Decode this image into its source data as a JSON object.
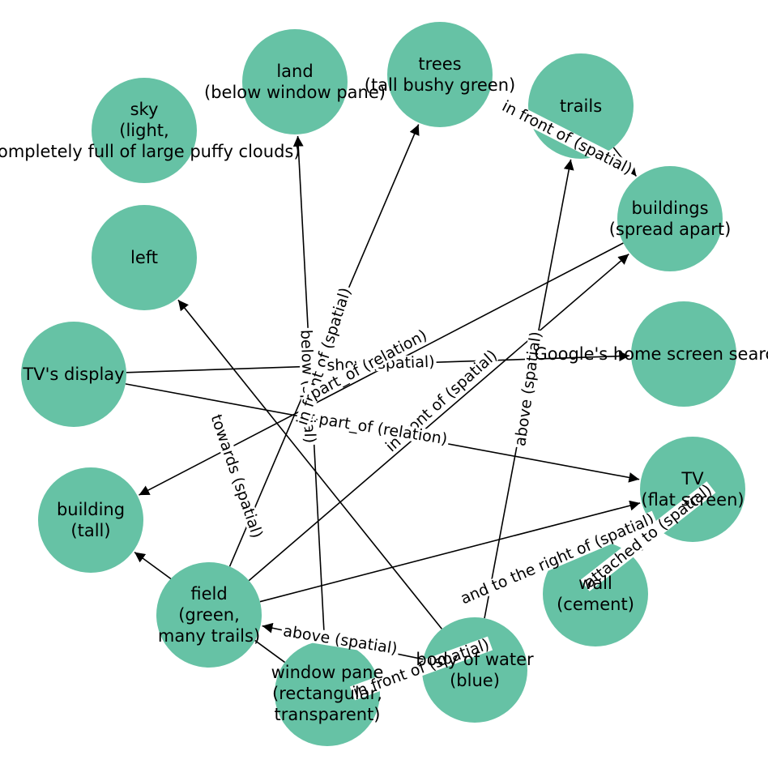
{
  "graph": {
    "node_color": "#66c2a5",
    "edge_color": "#000000",
    "label_color": "#000000",
    "nodes": [
      {
        "id": "land",
        "lines": [
          "land",
          "(below window pane)"
        ]
      },
      {
        "id": "trees",
        "lines": [
          "trees",
          "(tall bushy green)"
        ]
      },
      {
        "id": "trails",
        "lines": [
          "trails"
        ]
      },
      {
        "id": "sky",
        "lines": [
          "sky",
          "(light,",
          "completely full of large puffy clouds)"
        ]
      },
      {
        "id": "buildings",
        "lines": [
          "buildings",
          "(spread apart)"
        ]
      },
      {
        "id": "left",
        "lines": [
          "left"
        ]
      },
      {
        "id": "google",
        "lines": [
          "Google's home screen search page"
        ]
      },
      {
        "id": "tvdisplay",
        "lines": [
          "TV's display"
        ]
      },
      {
        "id": "tv",
        "lines": [
          "TV",
          "(flat screen)"
        ]
      },
      {
        "id": "building",
        "lines": [
          "building",
          "(tall)"
        ]
      },
      {
        "id": "wall",
        "lines": [
          "wall",
          "(cement)"
        ]
      },
      {
        "id": "field",
        "lines": [
          "field",
          "(green,",
          "many trails)"
        ]
      },
      {
        "id": "water",
        "lines": [
          "body of water",
          "(blue)"
        ]
      },
      {
        "id": "window",
        "lines": [
          "window pane",
          "(rectangular,",
          "transparent)"
        ]
      }
    ],
    "edges": [
      {
        "source": "window",
        "target": "land",
        "label": "below (spatial)"
      },
      {
        "source": "field",
        "target": "trees",
        "label": "in front of (spatial)"
      },
      {
        "source": "trails",
        "target": "buildings",
        "label": "in front of (spatial)"
      },
      {
        "source": "field",
        "target": "buildings",
        "label": "in front of (spatial)"
      },
      {
        "source": "tvdisplay",
        "target": "google",
        "label": "show (spatial)"
      },
      {
        "source": "buildings",
        "target": "building",
        "label": "part_of (relation)"
      },
      {
        "source": "tvdisplay",
        "target": "tv",
        "label": "part_of (relation)"
      },
      {
        "source": "water",
        "target": "left",
        "label": "towards (spatial)"
      },
      {
        "source": "water",
        "target": "trails",
        "label": "above (spatial)"
      },
      {
        "source": "window",
        "target": "building",
        "label": "above (spatial)"
      },
      {
        "source": "field",
        "target": "tv",
        "label": "and to the right of (spatial)"
      },
      {
        "source": "water",
        "target": "field",
        "label": "in front of (spatial)"
      },
      {
        "source": "tv",
        "target": "wall",
        "label": "attached to (spatial)"
      }
    ]
  }
}
